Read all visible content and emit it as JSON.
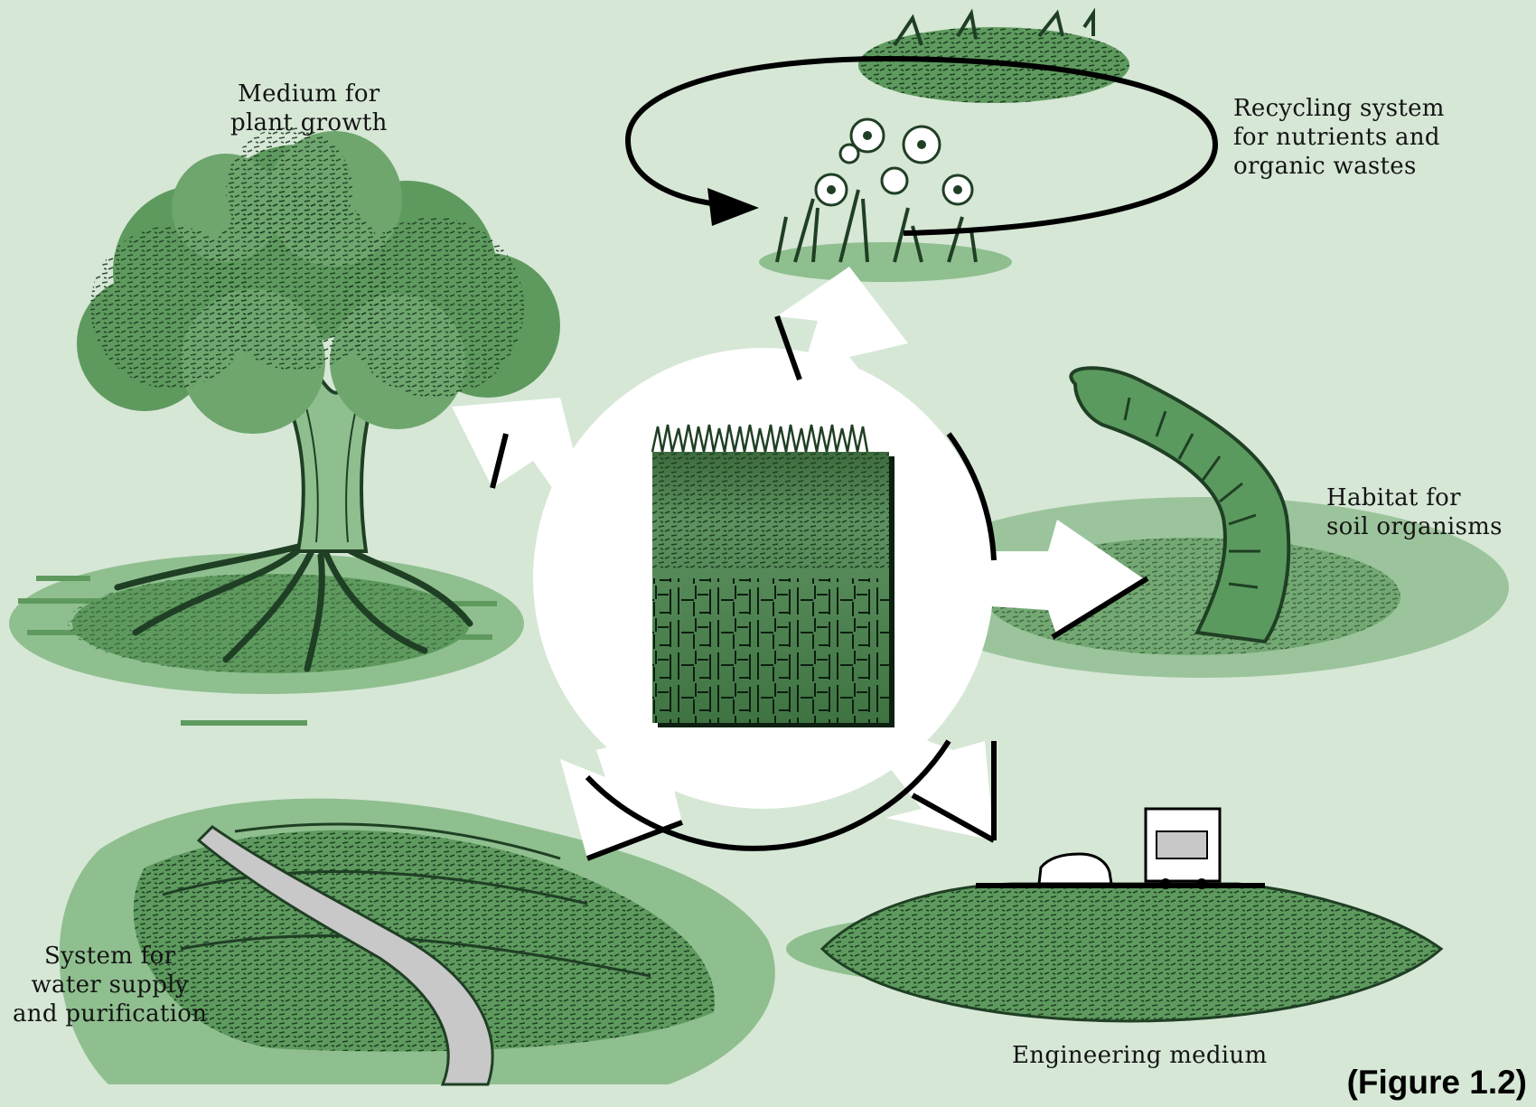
{
  "labels": {
    "plant_growth": [
      "Medium for",
      "plant growth"
    ],
    "recycling": [
      "Recycling system",
      "for nutrients and",
      "organic wastes"
    ],
    "habitat": [
      "Habitat for",
      "soil organisms"
    ],
    "water": [
      "System for",
      "water supply",
      "and purification"
    ],
    "engineering": [
      "Engineering medium"
    ]
  },
  "caption": "(Figure 1.2)",
  "colors": {
    "background": "#d6e7d6",
    "light_green": "#9cc49c",
    "mid_green": "#5e9a5e",
    "dark_green": "#1f3f24",
    "ink": "#141414",
    "road": "#c8c8c8"
  }
}
